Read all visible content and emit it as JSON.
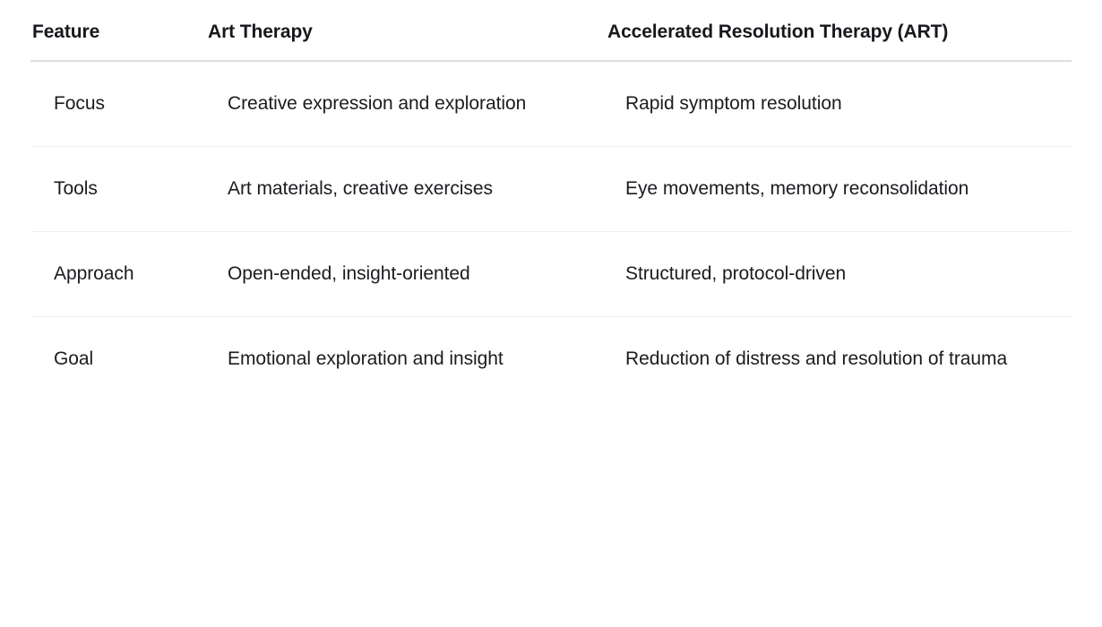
{
  "table": {
    "columns": [
      {
        "key": "feature",
        "label": "Feature"
      },
      {
        "key": "art_therapy",
        "label": "Art Therapy"
      },
      {
        "key": "art",
        "label": "Accelerated Resolution Therapy (ART)"
      }
    ],
    "rows": [
      {
        "feature": "Focus",
        "art_therapy": "Creative expression and exploration",
        "art": "Rapid symptom resolution"
      },
      {
        "feature": "Tools",
        "art_therapy": "Art materials, creative exercises",
        "art": "Eye movements, memory reconsolidation"
      },
      {
        "feature": "Approach",
        "art_therapy": "Open-ended, insight-oriented",
        "art": "Structured, protocol-driven"
      },
      {
        "feature": "Goal",
        "art_therapy": "Emotional exploration and insight",
        "art": "Reduction of distress and resolution of trauma"
      }
    ]
  },
  "colors": {
    "background": "#ffffff",
    "header_text": "#16181c",
    "body_text": "#1a1c20",
    "header_rule": "#dcdde0",
    "row_rule": "#f0f0f1"
  }
}
